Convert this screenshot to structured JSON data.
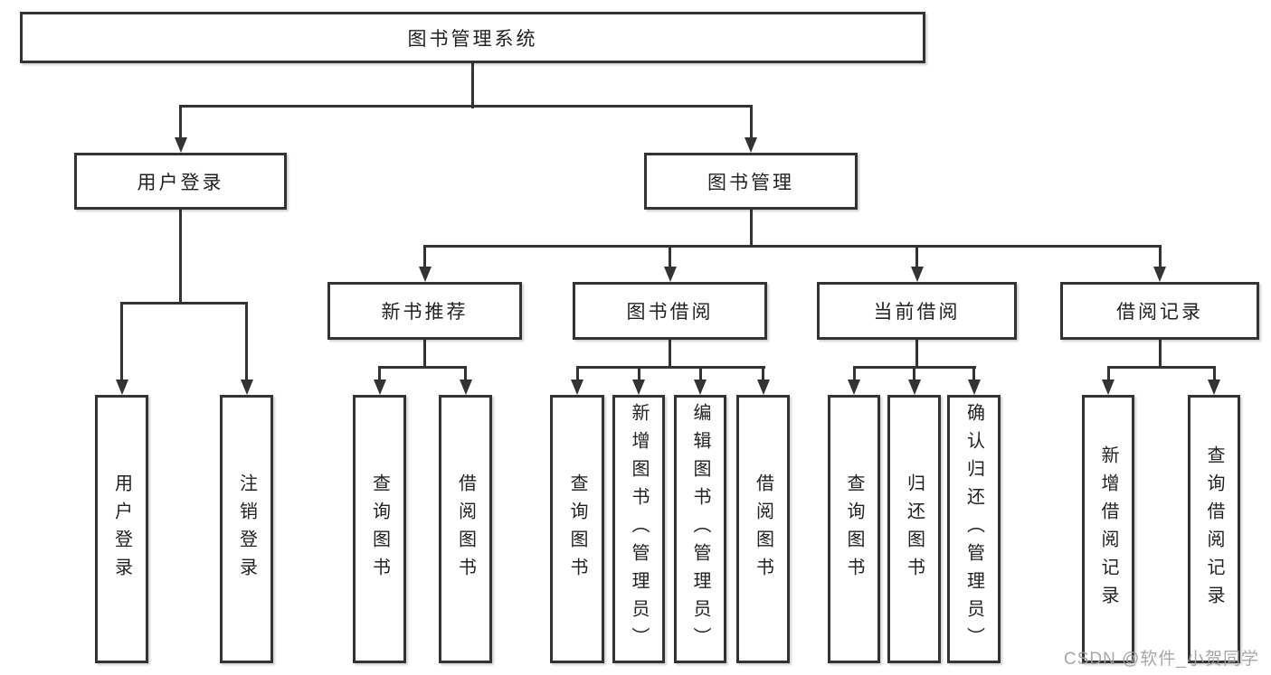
{
  "diagram_title": "图书管理系统",
  "colors": {
    "line": "#333333",
    "text": "#222222",
    "background": "#ffffff",
    "watermark": "#a0a0a0"
  },
  "nodes": {
    "root": {
      "label": "图书管理系统"
    },
    "user_login": {
      "label": "用户登录"
    },
    "book_mgmt": {
      "label": "图书管理"
    },
    "new_book_rec": {
      "label": "新书推荐"
    },
    "book_borrow": {
      "label": "图书借阅"
    },
    "current_borrow": {
      "label": "当前借阅"
    },
    "borrow_record": {
      "label": "借阅记录"
    },
    "leaf_user_login": {
      "label": "用户登录"
    },
    "leaf_logout": {
      "label": "注销登录"
    },
    "leaf_query_book_newrec": {
      "label": "查询图书"
    },
    "leaf_borrow_book_newrec": {
      "label": "借阅图书"
    },
    "leaf_query_book_borrow": {
      "label": "查询图书"
    },
    "leaf_add_book_admin": {
      "label": "新增图书（管理员）"
    },
    "leaf_edit_book_admin": {
      "label": "编辑图书（管理员）"
    },
    "leaf_borrow_book_borrow": {
      "label": "借阅图书"
    },
    "leaf_query_book_current": {
      "label": "查询图书"
    },
    "leaf_return_book": {
      "label": "归还图书"
    },
    "leaf_confirm_return_admin": {
      "label": "确认归还（管理员）"
    },
    "leaf_add_borrow_record": {
      "label": "新增借阅记录"
    },
    "leaf_query_borrow_record": {
      "label": "查询借阅记录"
    }
  },
  "edges": [
    {
      "from": "root",
      "to": [
        "user_login",
        "book_mgmt"
      ]
    },
    {
      "from": "user_login",
      "to": [
        "leaf_user_login",
        "leaf_logout"
      ]
    },
    {
      "from": "book_mgmt",
      "to": [
        "new_book_rec",
        "book_borrow",
        "current_borrow",
        "borrow_record"
      ]
    },
    {
      "from": "new_book_rec",
      "to": [
        "leaf_query_book_newrec",
        "leaf_borrow_book_newrec"
      ]
    },
    {
      "from": "book_borrow",
      "to": [
        "leaf_query_book_borrow",
        "leaf_add_book_admin",
        "leaf_edit_book_admin",
        "leaf_borrow_book_borrow"
      ]
    },
    {
      "from": "current_borrow",
      "to": [
        "leaf_query_book_current",
        "leaf_return_book",
        "leaf_confirm_return_admin"
      ]
    },
    {
      "from": "borrow_record",
      "to": [
        "leaf_add_borrow_record",
        "leaf_query_borrow_record"
      ]
    }
  ],
  "watermark": {
    "text": "CSDN @软件_小贺同学"
  }
}
